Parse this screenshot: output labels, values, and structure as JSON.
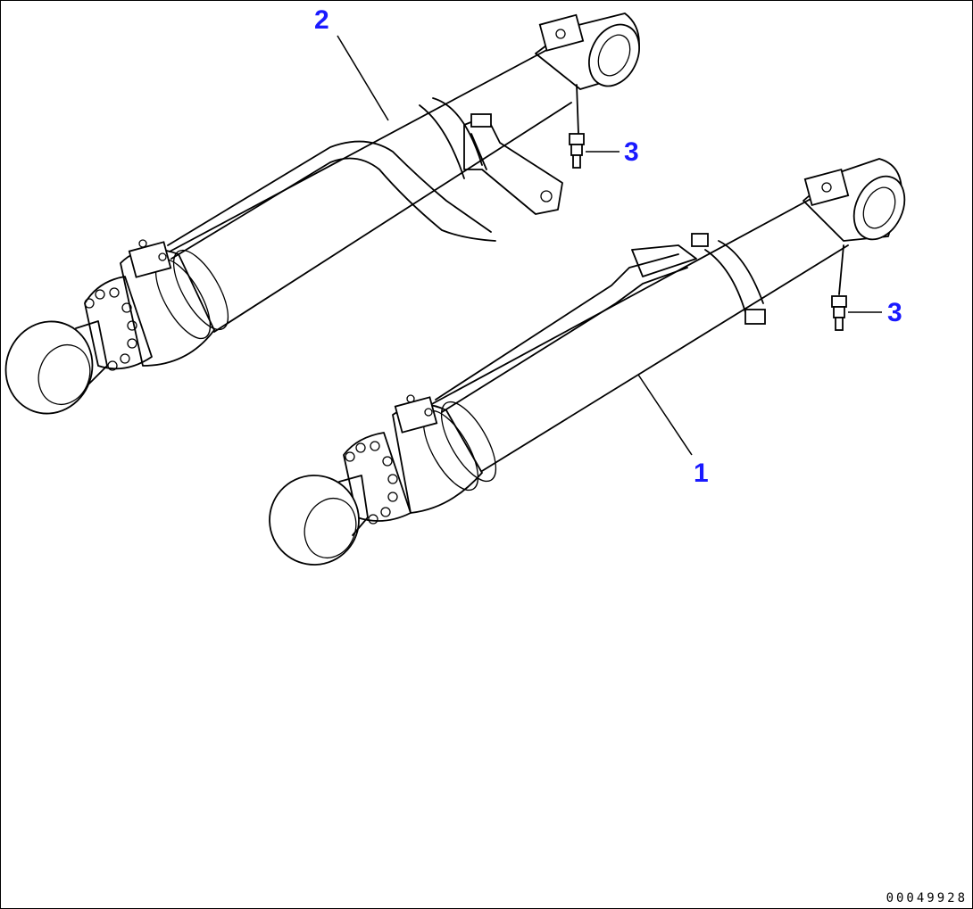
{
  "callouts": {
    "cylinder_rear": "2",
    "cylinder_front": "1",
    "sensor_rear": "3",
    "sensor_front": "3"
  },
  "figure_number": "00049928",
  "colors": {
    "callout": "#1a1aff",
    "line": "#000000",
    "background": "#ffffff"
  },
  "parts": [
    "hydraulic-cylinder",
    "hydraulic-cylinder",
    "pressure-sensor"
  ]
}
